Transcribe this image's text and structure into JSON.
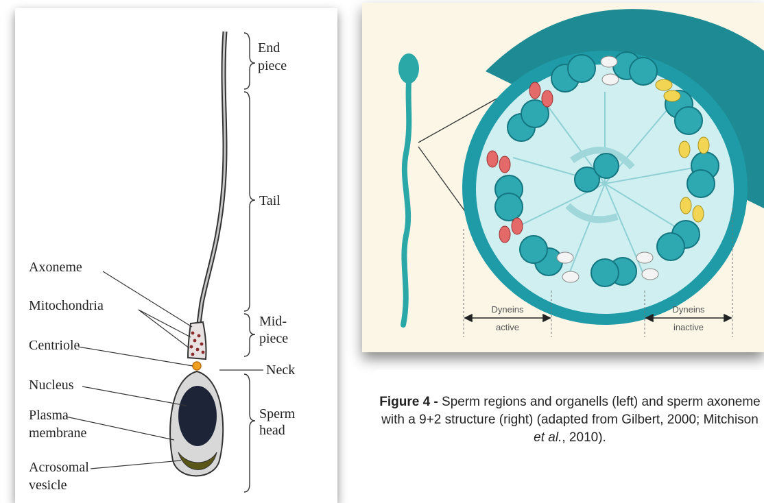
{
  "left_diagram": {
    "regions": {
      "end_piece": [
        "End",
        "piece"
      ],
      "tail": "Tail",
      "midpiece": [
        "Mid-",
        "piece"
      ],
      "neck": "Neck",
      "sperm_head": [
        "Sperm",
        "head"
      ]
    },
    "organelles": {
      "axoneme": "Axoneme",
      "mitochondria": "Mitochondria",
      "centriole": "Centriole",
      "nucleus": "Nucleus",
      "plasma_membrane": [
        "Plasma",
        "membrane"
      ],
      "acrosomal_vesicle": [
        "Acrosomal",
        "vesicle"
      ]
    }
  },
  "right_diagram": {
    "dyneins_active": [
      "Dyneins",
      "active"
    ],
    "dyneins_inactive": [
      "Dyneins",
      "inactive"
    ],
    "colors": {
      "sperm": "#2aa7a7",
      "doublet": "#3fb6c0",
      "active_dynein": "#e46a6a",
      "inactive_dynein_right": "#f2d653",
      "inactive_dynein": "#f4f4f4"
    }
  },
  "caption": {
    "label": "Figure 4 -",
    "text_part1": " Sperm regions and organells (left) and sperm axoneme with a 9+2 structure (right) (adapted from Gilbert, 2000; Mitchison ",
    "etal": "et al.",
    "text_part2": ", 2010)."
  }
}
